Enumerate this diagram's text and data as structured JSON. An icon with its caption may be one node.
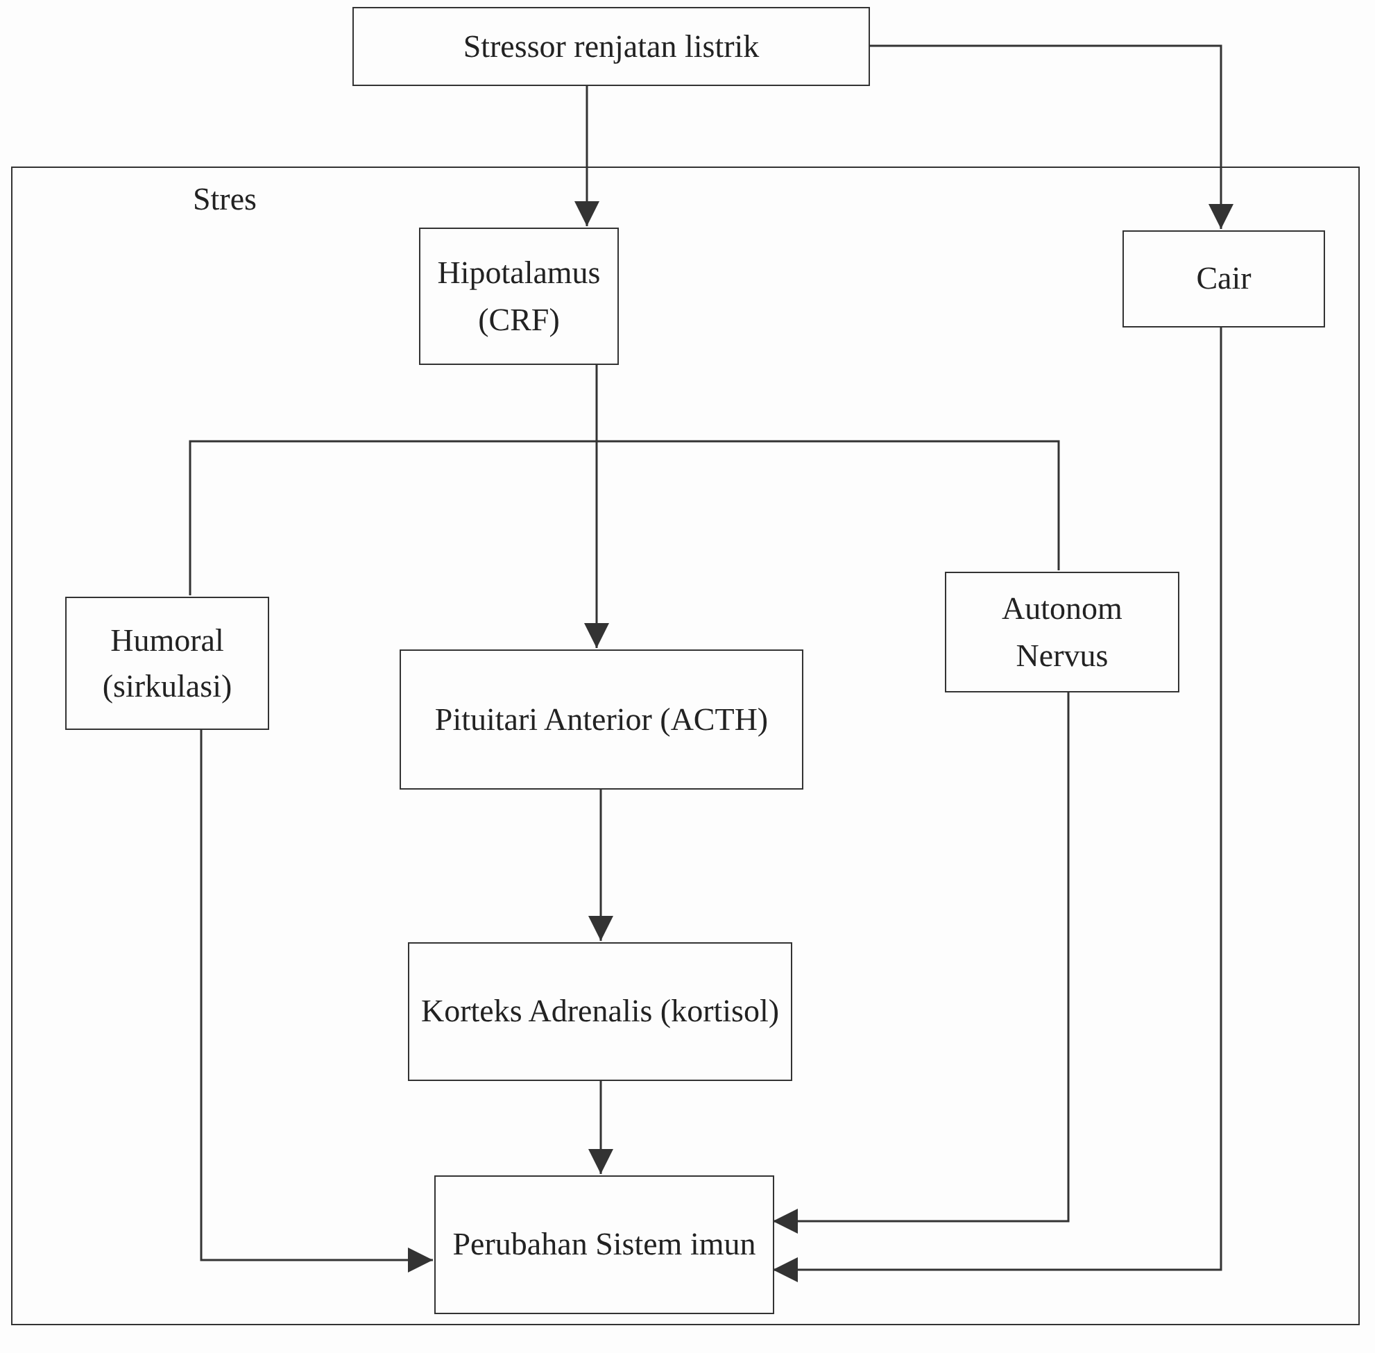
{
  "diagram": {
    "nodes": [
      {
        "text": [
          "Stres"
        ]
      },
      {
        "text": [
          "Stressor renjatan listrik"
        ]
      },
      {
        "text": [
          "Hipotalamus (CRF)"
        ],
        "in": 0
      },
      {
        "text": [
          "Cair"
        ],
        "in": 0
      },
      {
        "text": [
          "Humoral (sirkulasi)"
        ],
        "in": 0
      },
      {
        "text": [
          "Pituitari Anterior (ACTH)"
        ],
        "in": 0
      },
      {
        "text": [
          "Autonom Nervus"
        ],
        "in": 0
      },
      {
        "text": [
          "Korteks Adrenalis (kortisol)"
        ],
        "in": 0
      },
      {
        "text": [
          "Perubahan Sistem imun"
        ],
        "in": 0
      }
    ],
    "edges": [
      {
        "from": 1,
        "to": 2,
        "arrow": "to"
      },
      {
        "from": 1,
        "to": 3,
        "arrow": "to"
      },
      {
        "from": 2,
        "to": 5,
        "arrow": "to"
      },
      {
        "from": 5,
        "to": 7,
        "arrow": "to"
      },
      {
        "from": 7,
        "to": 8,
        "arrow": "to"
      },
      {
        "from": 4,
        "to": 8,
        "arrow": "to"
      },
      {
        "from": 6,
        "to": 8,
        "arrow": "to"
      },
      {
        "from": 3,
        "to": 8,
        "arrow": "to"
      },
      {
        "from": 4,
        "to": 6,
        "arrow": "none"
      }
    ]
  }
}
